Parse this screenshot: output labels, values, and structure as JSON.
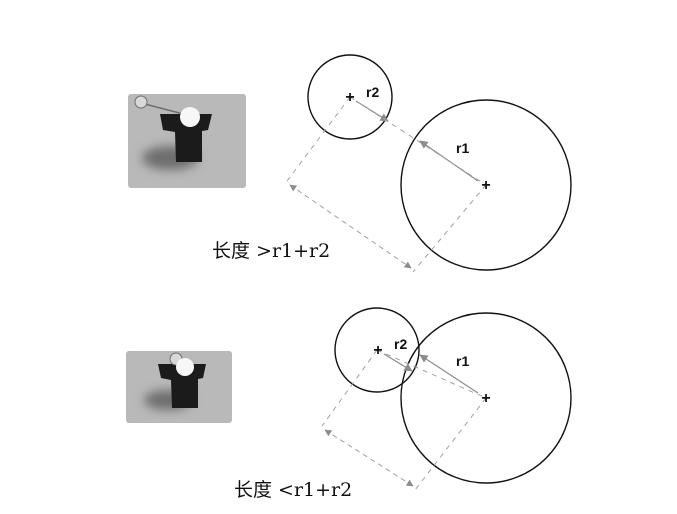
{
  "colors": {
    "ink": "#111111",
    "guide": "#8c8c8c",
    "thumb_bg": "#b9b9b9",
    "thumb_shadow": "#6e6e6e",
    "object": "#1b1b1b",
    "highlight": "#f7f7f7"
  },
  "panels": [
    {
      "caption": "长度 >r1+r2",
      "small_circle_label": "r2",
      "large_circle_label": "r1",
      "center_marker": "+"
    },
    {
      "caption": "长度 <r1+r2",
      "small_circle_label": "r2",
      "large_circle_label": "r1",
      "center_marker": "+"
    }
  ]
}
